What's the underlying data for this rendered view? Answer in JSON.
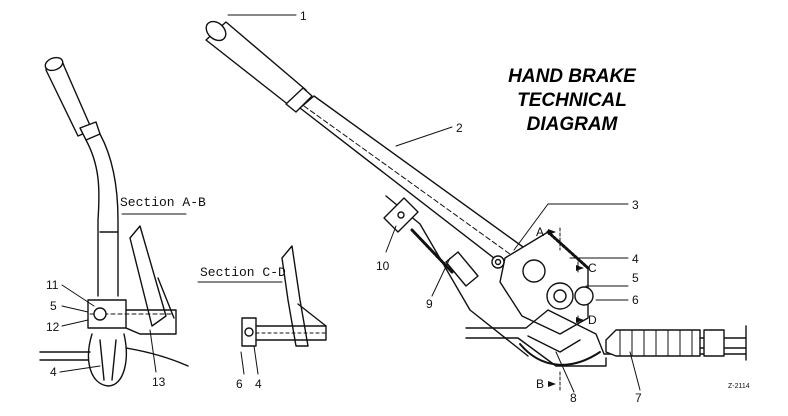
{
  "title_lines": [
    "HAND BRAKE",
    "TECHNICAL",
    "DIAGRAM"
  ],
  "section_ab": "Section A-B",
  "section_cd": "Section C-D",
  "callouts": {
    "c1": "1",
    "c2": "2",
    "c3": "3",
    "c4": "4",
    "c5": "5",
    "c6": "6",
    "c7": "7",
    "c8": "8",
    "c9": "9",
    "c10": "10",
    "l11": "11",
    "l5": "5",
    "l12": "12",
    "l4": "4",
    "l13": "13",
    "cd6": "6",
    "cd4": "4"
  },
  "section_marks": {
    "a": "A",
    "b": "B",
    "c": "C",
    "d": "D"
  },
  "drawing_code": "Z-2114"
}
